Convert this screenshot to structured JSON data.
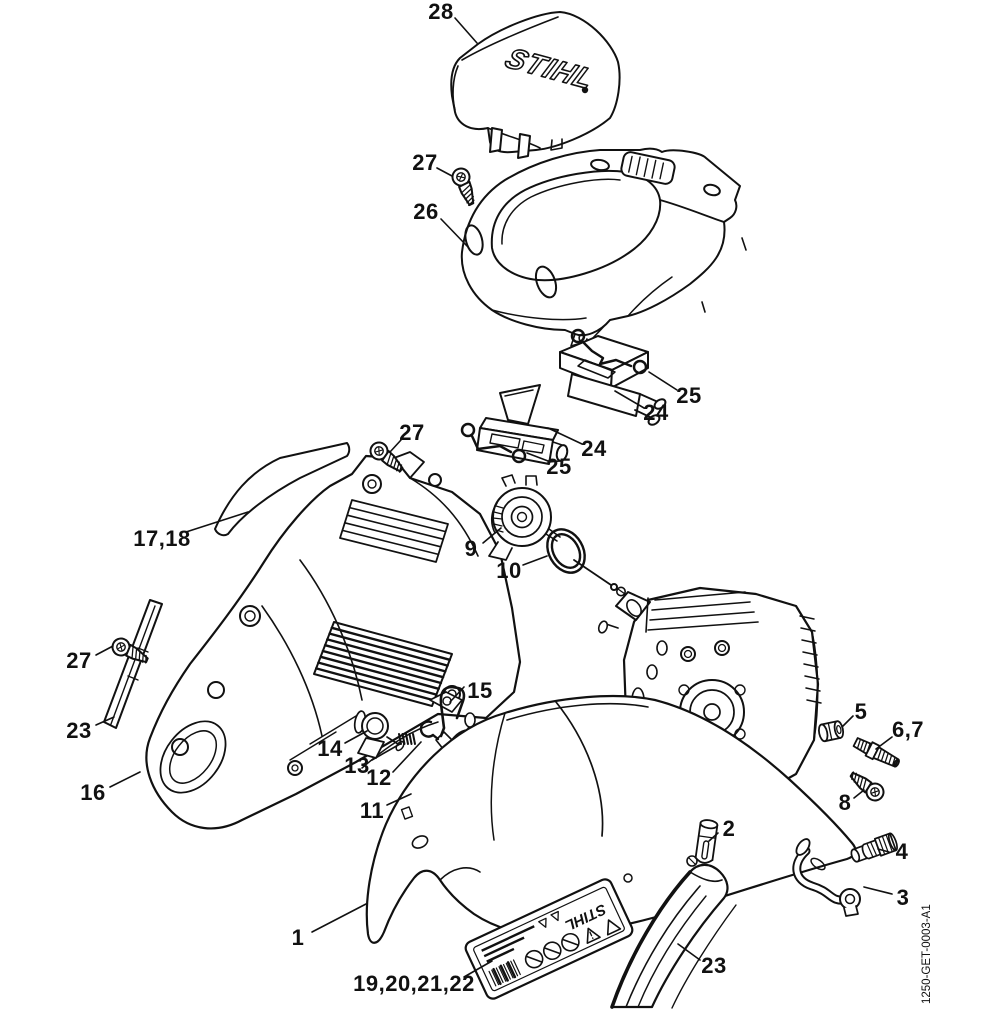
{
  "diagram": {
    "cover_logo": "STIHL",
    "sticker_logo": "STIHL",
    "drawing_number": "1250-GET-0003-A1",
    "line_color": "#111111",
    "background_color": "#ffffff",
    "part_labels": [
      {
        "part": "28",
        "text": "28"
      },
      {
        "part": "27",
        "text": "27"
      },
      {
        "part": "26",
        "text": "26"
      },
      {
        "part": "25",
        "text": "25"
      },
      {
        "part": "24",
        "text": "24"
      },
      {
        "part": "24",
        "text": "24"
      },
      {
        "part": "25",
        "text": "25"
      },
      {
        "part": "27",
        "text": "27"
      },
      {
        "part": "17,18",
        "text": "17,18"
      },
      {
        "part": "9",
        "text": "9"
      },
      {
        "part": "10",
        "text": "10"
      },
      {
        "part": "27",
        "text": "27"
      },
      {
        "part": "23",
        "text": "23"
      },
      {
        "part": "16",
        "text": "16"
      },
      {
        "part": "15",
        "text": "15"
      },
      {
        "part": "14",
        "text": "14"
      },
      {
        "part": "13",
        "text": "13"
      },
      {
        "part": "12",
        "text": "12"
      },
      {
        "part": "11",
        "text": "11"
      },
      {
        "part": "5",
        "text": "5"
      },
      {
        "part": "6,7",
        "text": "6,7"
      },
      {
        "part": "8",
        "text": "8"
      },
      {
        "part": "2",
        "text": "2"
      },
      {
        "part": "4",
        "text": "4"
      },
      {
        "part": "3",
        "text": "3"
      },
      {
        "part": "1",
        "text": "1"
      },
      {
        "part": "19,20,21,22",
        "text": "19,20,21,22"
      },
      {
        "part": "23",
        "text": "23"
      }
    ]
  }
}
